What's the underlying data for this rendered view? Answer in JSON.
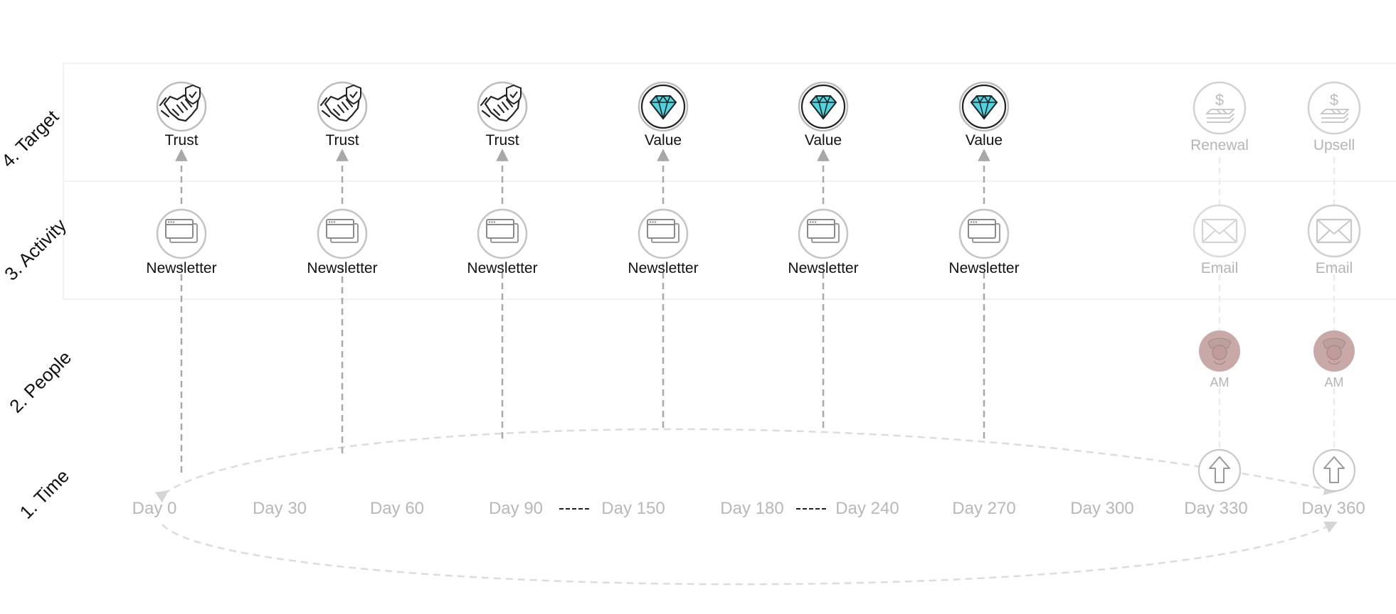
{
  "rows": {
    "target": "4. Target",
    "activity": "3. Activity",
    "people": "2. People",
    "time": "1. Time"
  },
  "touchpoints": [
    {
      "activity": "Newsletter",
      "target": "Trust"
    },
    {
      "activity": "Newsletter",
      "target": "Trust"
    },
    {
      "activity": "Newsletter",
      "target": "Trust"
    },
    {
      "activity": "Newsletter",
      "target": "Value"
    },
    {
      "activity": "Newsletter",
      "target": "Value"
    },
    {
      "activity": "Newsletter",
      "target": "Value"
    }
  ],
  "future_touchpoints": [
    {
      "target": "Renewal",
      "activity": "Email",
      "people": "AM"
    },
    {
      "target": "Upsell",
      "activity": "Email",
      "people": "AM"
    }
  ],
  "days": [
    "Day 0",
    "Day 30",
    "Day 60",
    "Day 90",
    "Day 150",
    "Day 180",
    "Day 240",
    "Day 270",
    "Day 300",
    "Day 330",
    "Day 360"
  ],
  "icons": {
    "trust": "handshake-shield-icon",
    "value": "diamond-icon",
    "newsletter": "browser-window-icon",
    "renewal_upsell": "dollar-cash-icon",
    "email": "envelope-icon",
    "am": "person-avatar-icon",
    "time_marker": "up-arrow-icon"
  },
  "colors": {
    "diamond": "#4fd3e0",
    "avatar": "#c9a8a8",
    "connector": "#a8a8a8",
    "cycle": "#dddddd"
  }
}
